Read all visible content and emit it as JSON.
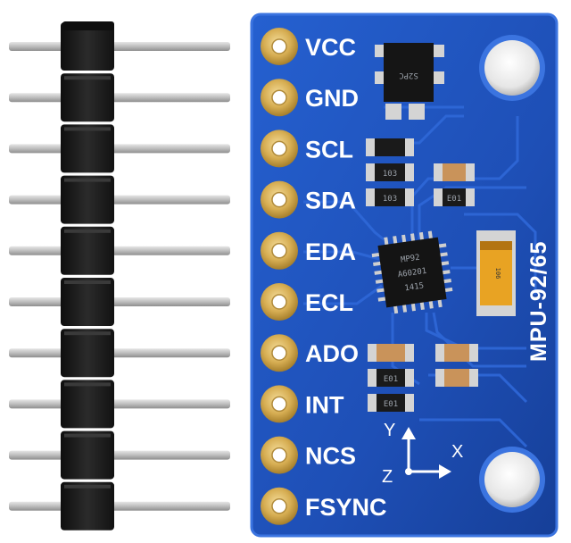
{
  "board": {
    "name": "MPU-92/65",
    "pins": [
      "VCC",
      "GND",
      "SCL",
      "SDA",
      "EDA",
      "ECL",
      "ADO",
      "INT",
      "NCS",
      "FSYNC"
    ],
    "axes": {
      "x": "X",
      "y": "Y",
      "z": "Z"
    },
    "chip_marks": {
      "regulator": "S2PC",
      "mpu_line1": "MP92",
      "mpu_line2": "A60201",
      "mpu_line3": "1415",
      "capacitor": "106",
      "resistor_a": "103",
      "resistor_b": "103",
      "resistor_c": "E01",
      "resistor_d": "E01",
      "resistor_e": "E01"
    }
  },
  "colors": {
    "pcb": "#1f4fb8",
    "pcb_edge": "#2a62d4",
    "pad_gold": "#d8b25a",
    "header_plastic": "#1b1b1b",
    "header_pin": "#c9c9c9",
    "capacitor": "#e8a323"
  }
}
